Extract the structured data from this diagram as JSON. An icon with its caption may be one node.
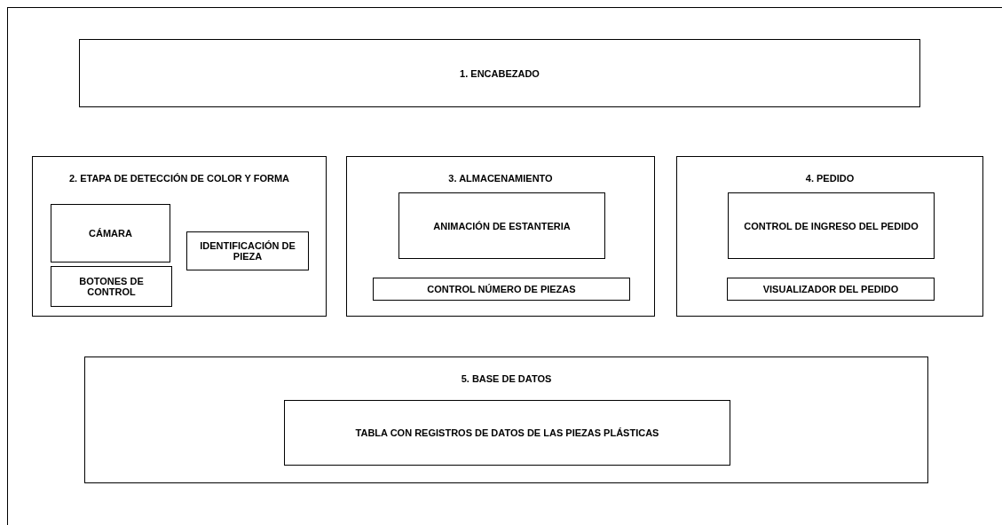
{
  "diagram": {
    "nodes": [
      {
        "text": [
          "1. ENCABEZADO"
        ]
      },
      {
        "text": [
          "2. ETAPA DE DETECCIÓN DE COLOR Y FORMA"
        ]
      },
      {
        "text": [
          "CÁMARA"
        ],
        "in": 1
      },
      {
        "text": [
          "BOTONES DE CONTROL"
        ],
        "in": 1
      },
      {
        "text": [
          "IDENTIFICACIÓN DE PIEZA"
        ],
        "in": 1
      },
      {
        "text": [
          "3. ALMACENAMIENTO"
        ]
      },
      {
        "text": [
          "ANIMACIÓN DE ESTANTERIA"
        ],
        "in": 5
      },
      {
        "text": [
          "CONTROL NÚMERO DE PIEZAS"
        ],
        "in": 5
      },
      {
        "text": [
          "4. PEDIDO"
        ]
      },
      {
        "text": [
          "CONTROL DE INGRESO DEL PEDIDO"
        ],
        "in": 8
      },
      {
        "text": [
          "VISUALIZADOR DEL PEDIDO"
        ],
        "in": 8
      },
      {
        "text": [
          "5. BASE DE DATOS"
        ]
      },
      {
        "text": [
          "TABLA CON REGISTROS DE DATOS DE LAS PIEZAS PLÁSTICAS"
        ],
        "in": 11
      }
    ],
    "edges": []
  }
}
